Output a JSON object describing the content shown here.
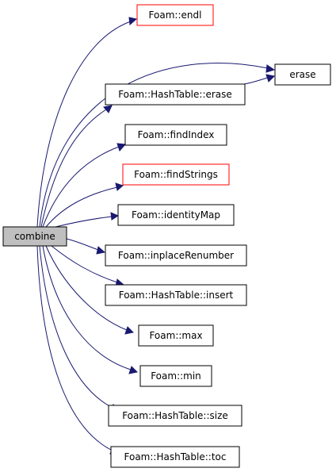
{
  "nodes": {
    "combine": "combine",
    "endl": "Foam::endl",
    "erase": "erase",
    "hashtable_erase": "Foam::HashTable::erase",
    "findIndex": "Foam::findIndex",
    "findStrings": "Foam::findStrings",
    "identityMap": "Foam::identityMap",
    "inplaceRenumber": "Foam::inplaceRenumber",
    "hashtable_insert": "Foam::HashTable::insert",
    "max": "Foam::max",
    "min": "Foam::min",
    "hashtable_size": "Foam::HashTable::size",
    "hashtable_toc": "Foam::HashTable::toc"
  },
  "colors": {
    "edge": "#191970",
    "root_fill": "#bfbfbf",
    "red_border": "#ff0000",
    "border": "#000000"
  }
}
